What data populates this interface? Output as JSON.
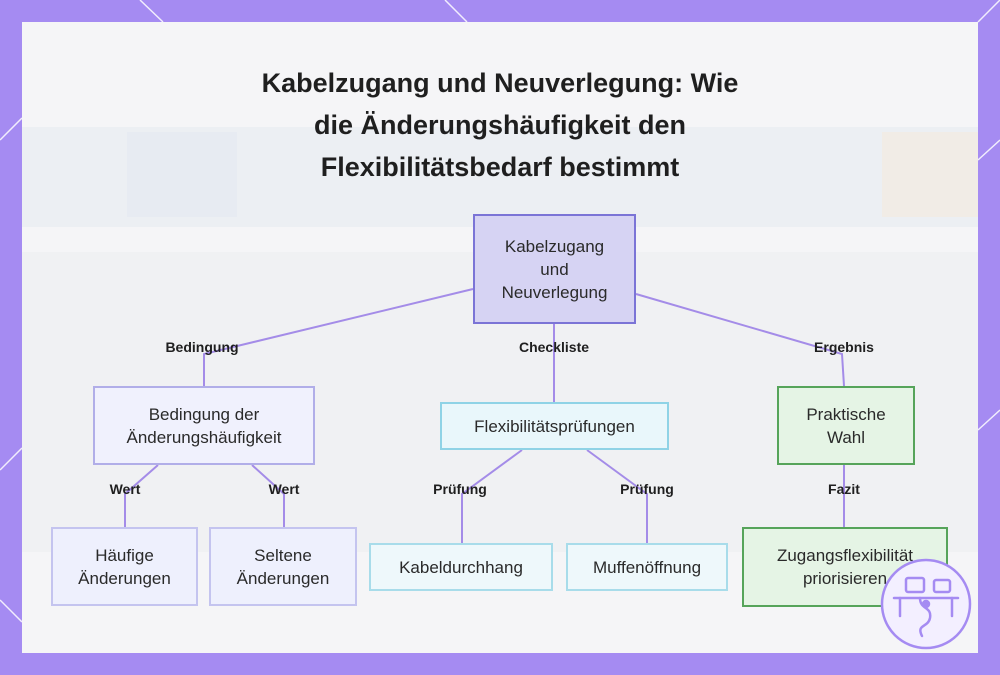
{
  "title": {
    "line1": "Kabelzugang und Neuverlegung: Wie",
    "line2": "die Änderungshäufigkeit den",
    "line3": "Flexibilitätsbedarf bestimmt"
  },
  "nodes": {
    "root": {
      "l1": "Kabelzugang",
      "l2": "und",
      "l3": "Neuverlegung"
    },
    "condition": {
      "l1": "Bedingung der",
      "l2": "Änderungshäufigkeit"
    },
    "frequent": {
      "l1": "Häufige",
      "l2": "Änderungen"
    },
    "rare": {
      "l1": "Seltene",
      "l2": "Änderungen"
    },
    "checks": {
      "l1": "Flexibilitätsprüfungen"
    },
    "sag": {
      "l1": "Kabeldurchhang"
    },
    "sleeve": {
      "l1": "Muffenöffnung"
    },
    "choice": {
      "l1": "Praktische",
      "l2": "Wahl"
    },
    "priority": {
      "l1": "Zugangsflexibilität",
      "l2": "priorisieren"
    }
  },
  "edge_labels": {
    "condition": "Bedingung",
    "checklist": "Checkliste",
    "result": "Ergebnis",
    "value_left": "Wert",
    "value_right": "Wert",
    "check_left": "Prüfung",
    "check_right": "Prüfung",
    "conclusion": "Fazit"
  },
  "colors": {
    "edge": "#a48ce8",
    "frame": "#a58bf2"
  }
}
